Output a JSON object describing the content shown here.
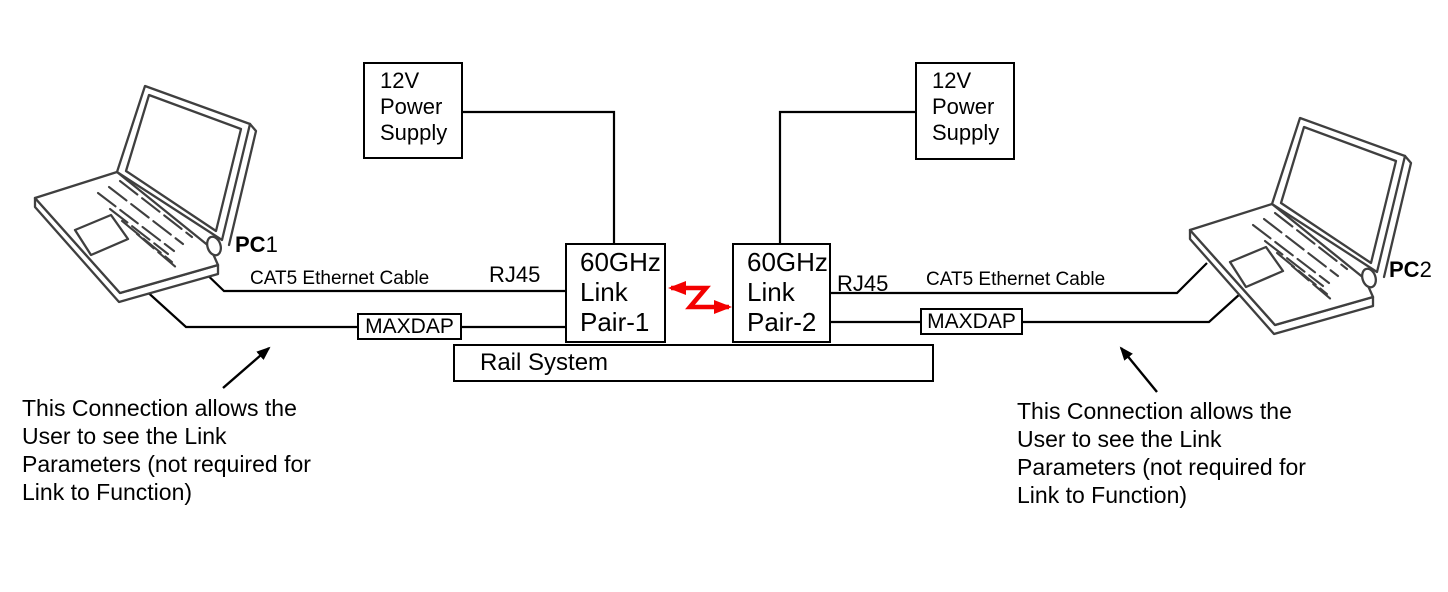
{
  "power_supply_1": {
    "text": "12V\nPower\nSupply"
  },
  "power_supply_2": {
    "text": "12V\nPower\nSupply"
  },
  "link_pair_1": {
    "text": "60GHz\nLink\nPair-1"
  },
  "link_pair_2": {
    "text": "60GHz\nLink\nPair-2"
  },
  "rail_system": {
    "text": "Rail System"
  },
  "maxdap_1": {
    "text": "MAXDAP"
  },
  "maxdap_2": {
    "text": "MAXDAP"
  },
  "labels": {
    "cat5_left": "CAT5 Ethernet Cable",
    "cat5_right": "CAT5 Ethernet Cable",
    "rj45_left": "RJ45",
    "rj45_right": "RJ45"
  },
  "pc1": {
    "name": "PC",
    "num": "1"
  },
  "pc2": {
    "name": "PC",
    "num": "2"
  },
  "note_left": {
    "text": "This Connection allows the\nUser to see the Link\nParameters (not required for\nLink to Function)"
  },
  "note_right": {
    "text": "This Connection allows the\nUser to see the Link\nParameters (not required for\nLink to Function)"
  },
  "colors": {
    "wireless_link": "#f30000",
    "line": "#000000",
    "laptop_stroke": "#3f3f3f"
  }
}
